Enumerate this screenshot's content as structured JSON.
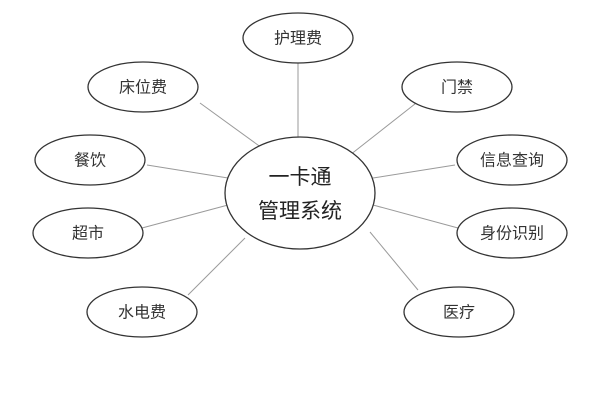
{
  "center": {
    "line1": "一卡通",
    "line2": "管理系统"
  },
  "nodes": {
    "nursing_fee": "护理费",
    "bed_fee": "床位费",
    "access_control": "门禁",
    "dining": "餐饮",
    "info_query": "信息查询",
    "supermarket": "超市",
    "identity": "身份识别",
    "utility_fee": "水电费",
    "medical": "医疗"
  }
}
